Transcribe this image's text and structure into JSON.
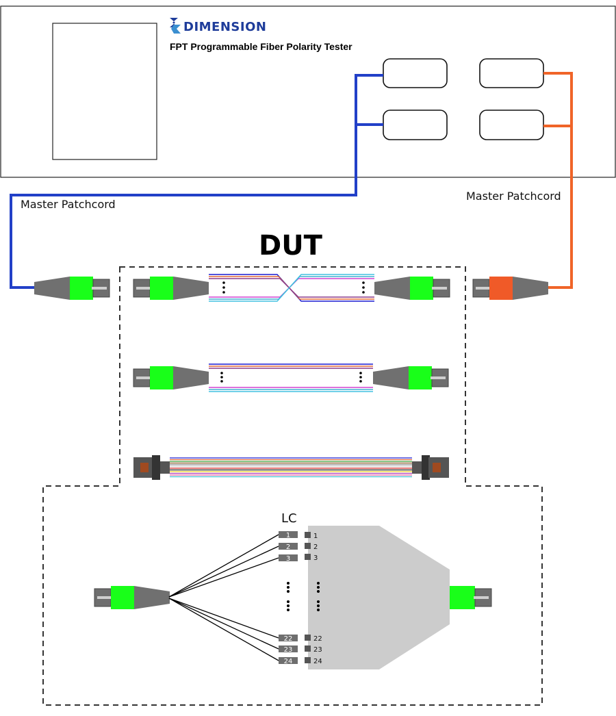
{
  "header": {
    "brand": "DIMENSION",
    "title": "FPT Programmable Fiber Polarity Tester"
  },
  "labels": {
    "left_patchcord": "Master Patchcord",
    "right_patchcord": "Master Patchcord",
    "dut": "DUT",
    "lc": "LC"
  },
  "lc_ports": {
    "top": [
      "1",
      "2",
      "3"
    ],
    "bottom": [
      "22",
      "23",
      "24"
    ]
  },
  "colors": {
    "blue_cord": "#2240c8",
    "orange_cord": "#f06428",
    "connector_green": "#19ff19",
    "connector_orange": "#f05a28",
    "connector_body": "#6e6e6e",
    "boot": "#707070",
    "fanout_gray": "#cccccc"
  }
}
